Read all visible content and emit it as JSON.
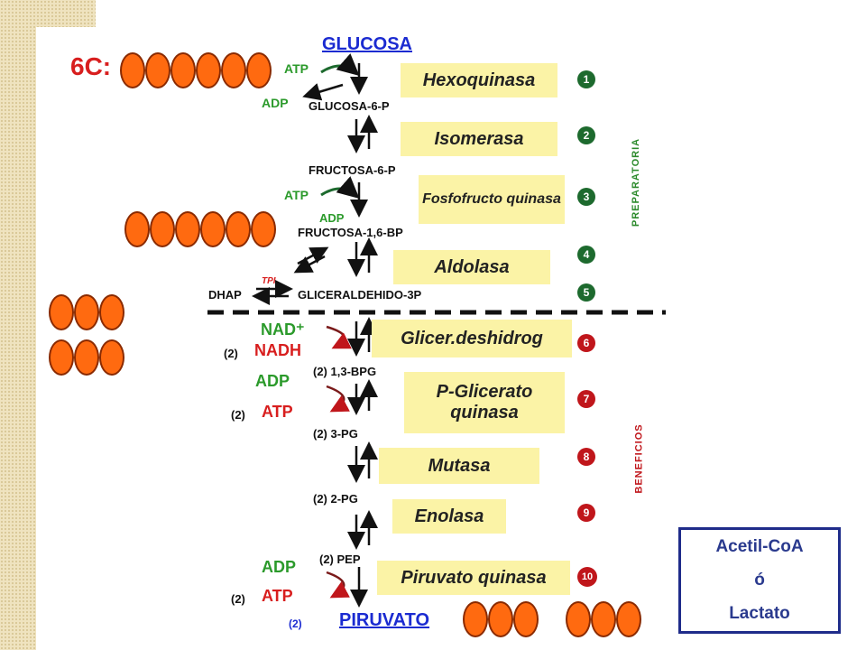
{
  "title": "6C:",
  "start_metabolite": "GLUCOSA",
  "end_metabolite": "PIRUVATO",
  "end_multiplier": "(2)",
  "intermediates": {
    "g6p": "GLUCOSA-6-P",
    "f6p": "FRUCTOSA-6-P",
    "f16bp": "FRUCTOSA-1,6-BP",
    "dhap": "DHAP",
    "tpi": "TPI",
    "gap": "GLICERALDEHIDO-3P",
    "bpg": "(2) 1,3-BPG",
    "pg3": "(2) 3-PG",
    "pg2": "(2) 2-PG",
    "pep": "(2) PEP"
  },
  "enzymes": [
    {
      "num": "1",
      "name": "Hexoquinasa"
    },
    {
      "num": "2",
      "name": "Isomerasa"
    },
    {
      "num": "3",
      "name": "Fosfofructo quinasa"
    },
    {
      "num": "4",
      "name": "Aldolasa"
    },
    {
      "num": "5",
      "name": ""
    },
    {
      "num": "6",
      "name": "Glicer.deshidrog"
    },
    {
      "num": "7",
      "name": "P-Glicerato quinasa"
    },
    {
      "num": "8",
      "name": "Mutasa"
    },
    {
      "num": "9",
      "name": "Enolasa"
    },
    {
      "num": "10",
      "name": "Piruvato quinasa"
    }
  ],
  "cofactors": {
    "atp": "ATP",
    "adp": "ADP",
    "nad": "NAD⁺",
    "nadh": "NADH",
    "two": "(2)"
  },
  "phases": {
    "preparatory": "PREPARATORIA",
    "benefits": "BENEFICIOS"
  },
  "outcome": {
    "line1": "Acetil-CoA",
    "line2": "ó",
    "line3": "Lactato"
  },
  "colors": {
    "carbon": "#ff6a10",
    "enzyme_box": "#fbf3a6",
    "prep_step": "#1d6a2e",
    "benefit_step": "#c0161b"
  }
}
